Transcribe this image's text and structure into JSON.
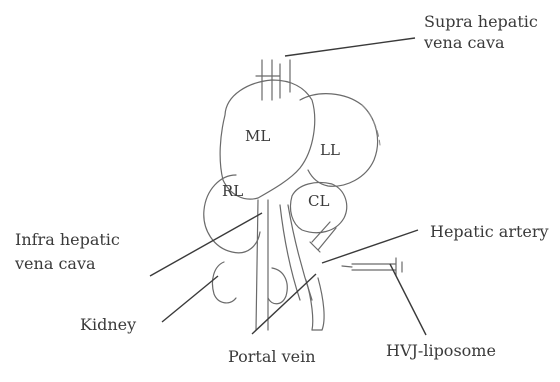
{
  "labels": {
    "supra_hepatic": [
      "Supra hepatic",
      "vena cava"
    ],
    "infra_hepatic": [
      "Infra hepatic",
      "vena cava"
    ],
    "hepatic_artery": "Hepatic artery",
    "kidney": "Kidney",
    "portal_vein": "Portal vein",
    "hvj_liposome": "HVJ-liposome"
  },
  "lobes": {
    "ml": "ML",
    "ll": "LL",
    "rl": "RL",
    "cl": "CL"
  }
}
